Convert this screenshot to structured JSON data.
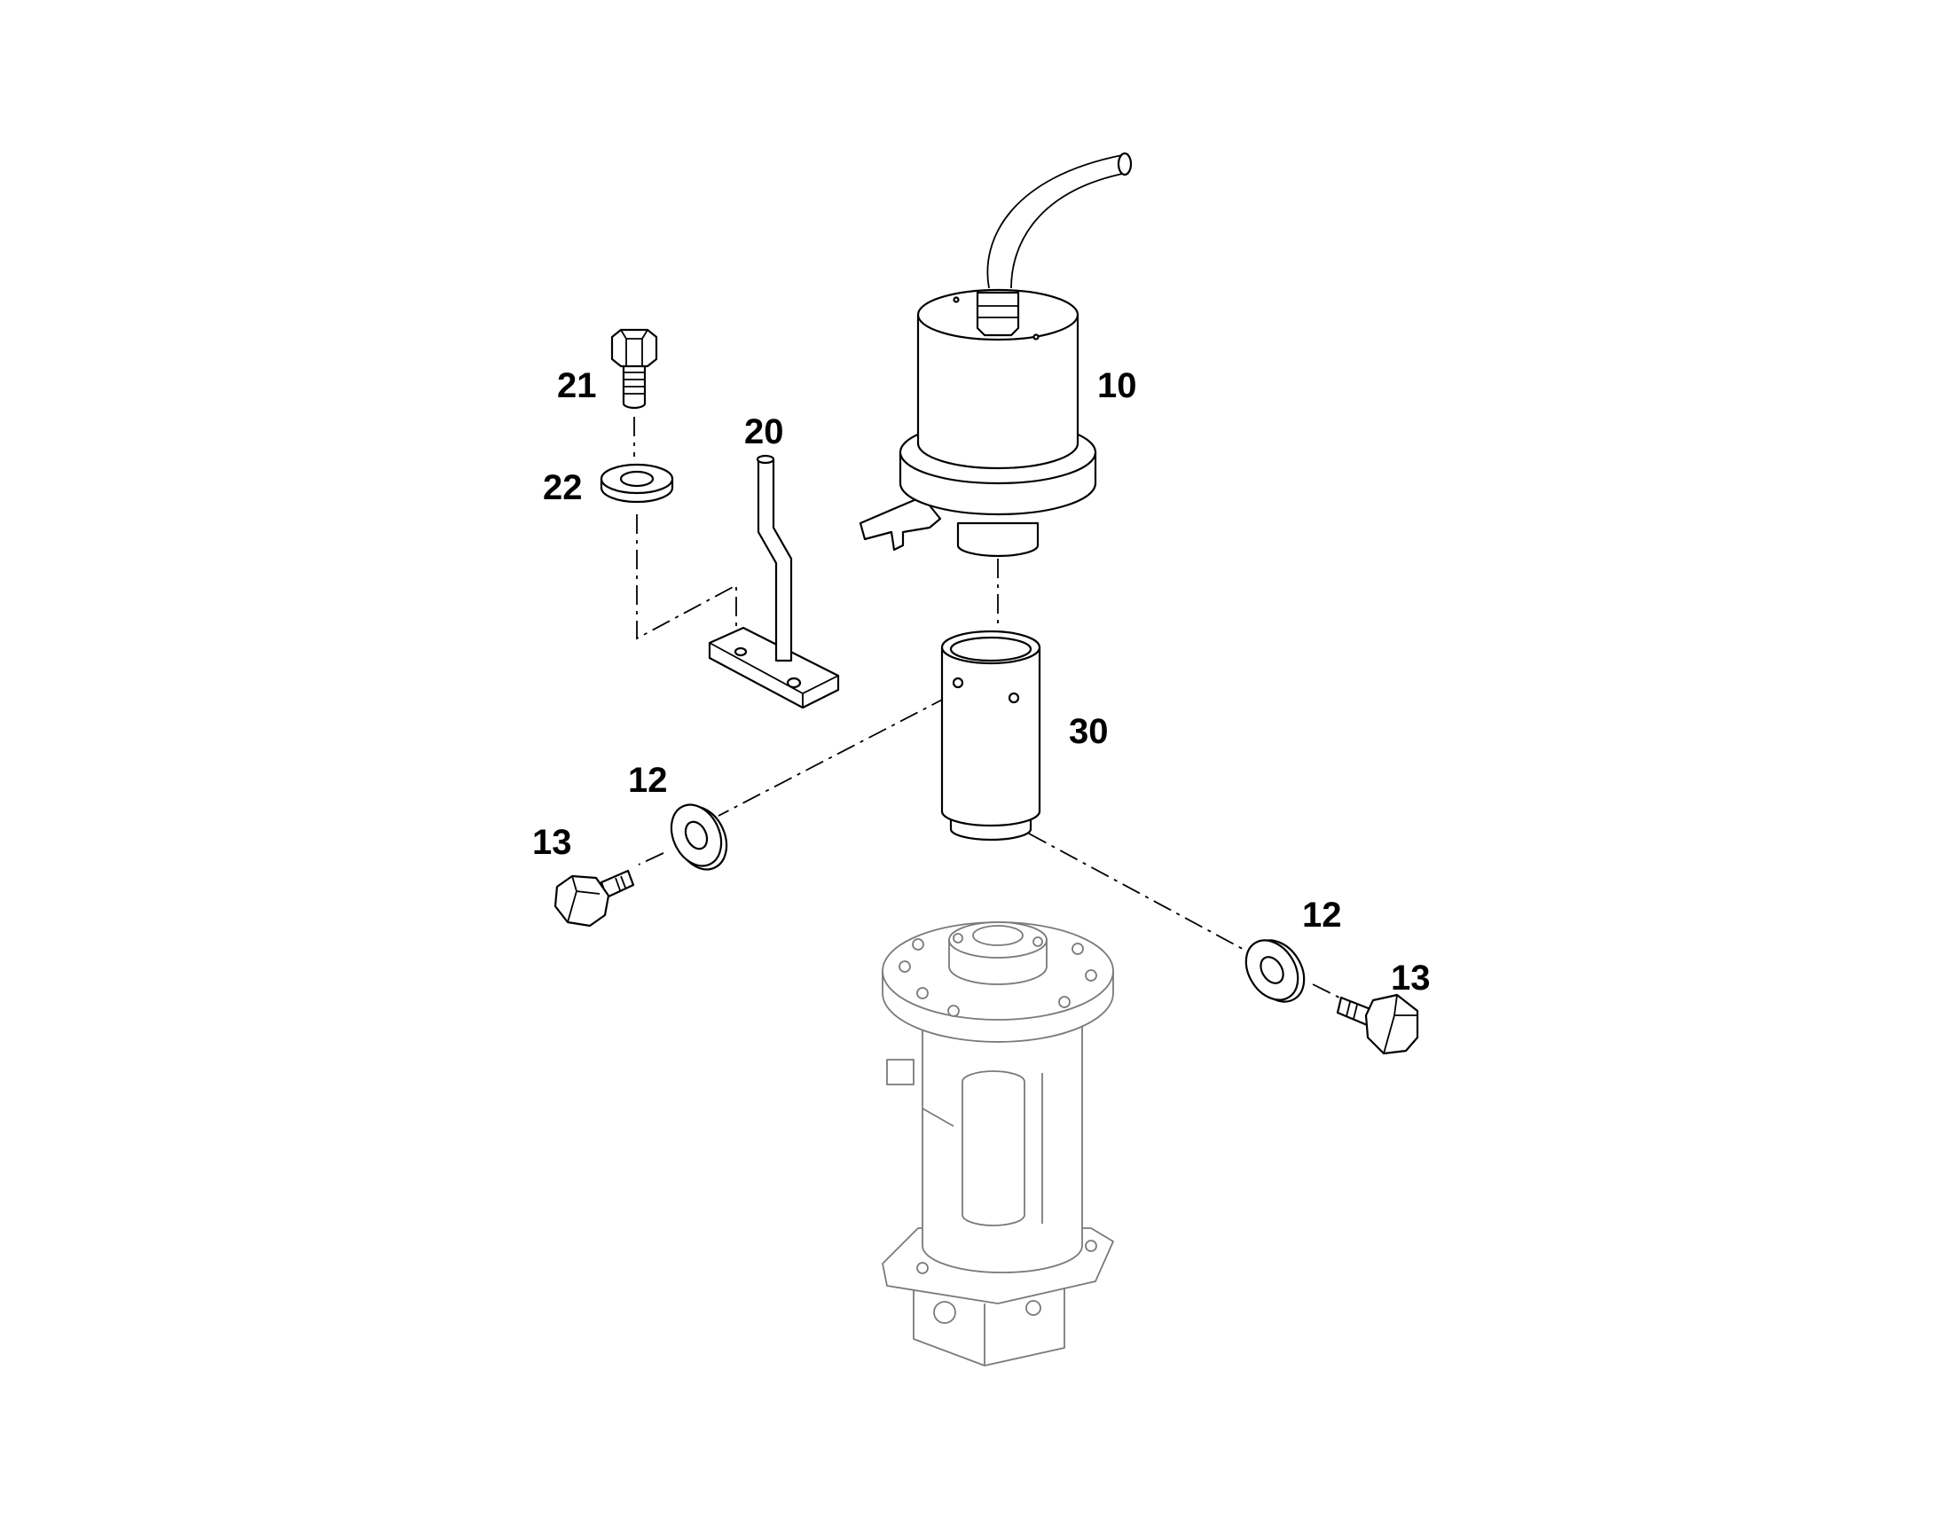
{
  "colors": {
    "line": "#000000",
    "ghost": "#7a7a7a",
    "background": "#ffffff"
  },
  "callouts": {
    "c10": "10",
    "c12a": "12",
    "c12b": "12",
    "c13a": "13",
    "c13b": "13",
    "c20": "20",
    "c21": "21",
    "c22": "22",
    "c30": "30"
  }
}
